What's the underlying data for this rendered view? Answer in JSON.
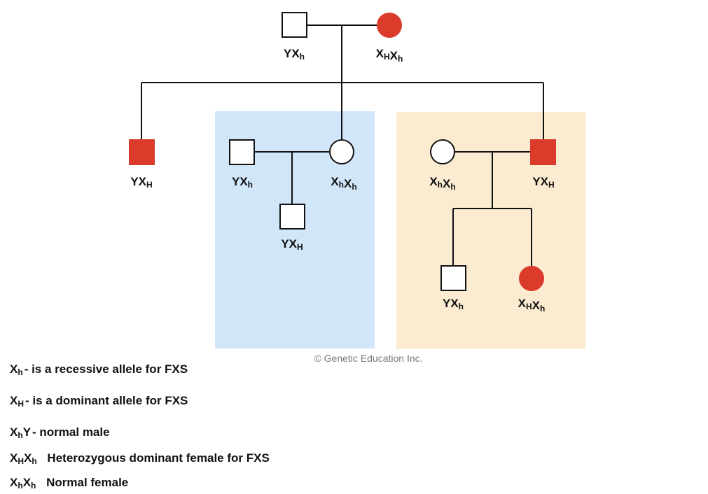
{
  "colors": {
    "affected": "#DB3B2A",
    "line": "#111111",
    "panel_left": "#D2E6FA",
    "panel_right": "#FBEBD1",
    "copyright": "#777777"
  },
  "copyright": "© Genetic Education Inc.",
  "individuals": {
    "gp_male": {
      "sex": "male",
      "affected": false,
      "genotype": [
        [
          "Y",
          ""
        ],
        [
          "X",
          "h"
        ]
      ]
    },
    "gp_female": {
      "sex": "female",
      "affected": true,
      "genotype": [
        [
          "X",
          "H"
        ],
        [
          "X",
          "h"
        ]
      ]
    },
    "c1_male": {
      "sex": "male",
      "affected": true,
      "genotype": [
        [
          "Y",
          ""
        ],
        [
          "X",
          "H"
        ]
      ]
    },
    "c2_spouse_male": {
      "sex": "male",
      "affected": false,
      "genotype": [
        [
          "Y",
          ""
        ],
        [
          "X",
          "h"
        ]
      ]
    },
    "c2_female": {
      "sex": "female",
      "affected": false,
      "genotype": [
        [
          "X",
          "h"
        ],
        [
          "X",
          "h"
        ]
      ]
    },
    "c2_son": {
      "sex": "male",
      "affected": false,
      "genotype": [
        [
          "Y",
          ""
        ],
        [
          "X",
          "H"
        ]
      ]
    },
    "c3_spouse_female": {
      "sex": "female",
      "affected": false,
      "genotype": [
        [
          "X",
          "h"
        ],
        [
          "X",
          "h"
        ]
      ]
    },
    "c3_male": {
      "sex": "male",
      "affected": true,
      "genotype": [
        [
          "Y",
          ""
        ],
        [
          "X",
          "H"
        ]
      ]
    },
    "c3_son": {
      "sex": "male",
      "affected": false,
      "genotype": [
        [
          "Y",
          ""
        ],
        [
          "X",
          "h"
        ]
      ]
    },
    "c3_daughter": {
      "sex": "female",
      "affected": true,
      "genotype": [
        [
          "X",
          "H"
        ],
        [
          "X",
          "h"
        ]
      ]
    }
  },
  "legend": [
    {
      "symbol": [
        [
          "X",
          "h"
        ]
      ],
      "text": "- is a recessive allele for FXS"
    },
    {
      "symbol": [
        [
          "X",
          "H"
        ]
      ],
      "text": "- is a dominant allele for FXS"
    },
    {
      "symbol": [
        [
          "X",
          "h"
        ],
        [
          "Y",
          ""
        ]
      ],
      "text": "- normal male"
    },
    {
      "symbol": [
        [
          "X",
          "H"
        ],
        [
          "X",
          "h"
        ]
      ],
      "text": "Heterozygous dominant female for FXS"
    },
    {
      "symbol": [
        [
          "X",
          "h"
        ],
        [
          "X",
          "h"
        ]
      ],
      "text": "Normal female"
    }
  ]
}
